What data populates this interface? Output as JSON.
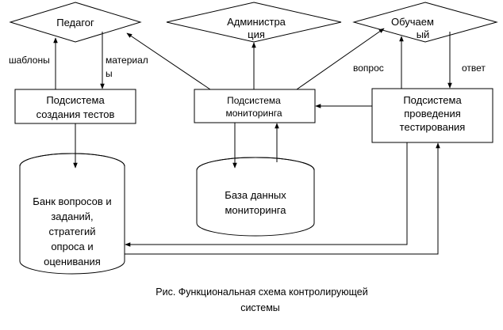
{
  "actors": {
    "teacher": "Педагог",
    "admin": [
      "Администра",
      "ция"
    ],
    "learner": [
      "Обучаем",
      "ый"
    ]
  },
  "subsystems": {
    "creation": [
      "Подсистема",
      "создания тестов"
    ],
    "monitoring": [
      "Подсистема",
      "мониторинга"
    ],
    "testing": [
      "Подсистема",
      "проведения",
      "тестирования"
    ]
  },
  "stores": {
    "bank": [
      "Банк вопросов и",
      "заданий,",
      "стратегий",
      "опроса и",
      "оценивания"
    ],
    "monitoring_db": [
      "База данных",
      "мониторинга"
    ]
  },
  "edge_labels": {
    "templates": "шаблоны",
    "materials": [
      "материал",
      "ы"
    ],
    "question": "вопрос",
    "answer": "ответ"
  },
  "caption": [
    "Рис. Функциональная схема контролирующей",
    "системы"
  ]
}
